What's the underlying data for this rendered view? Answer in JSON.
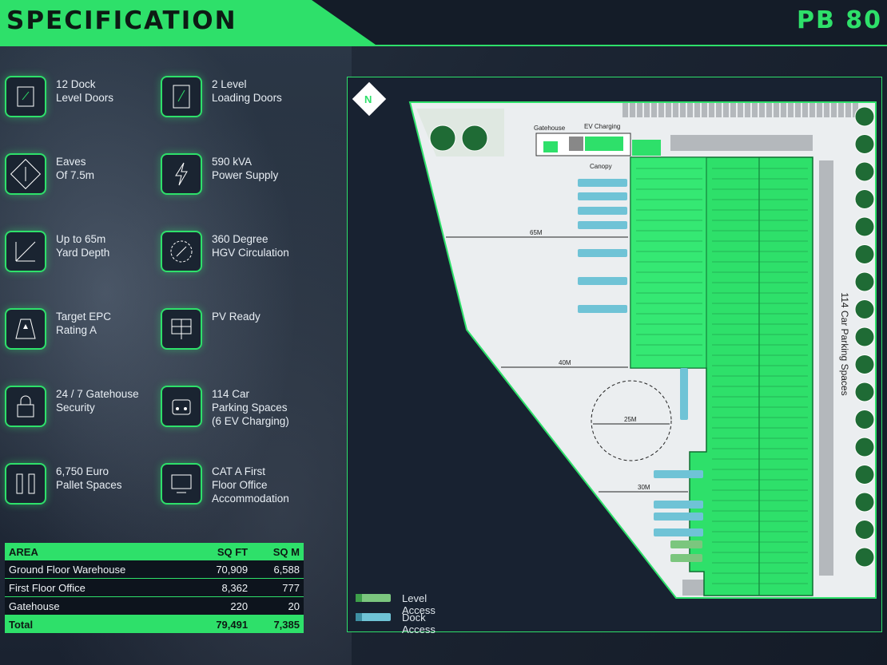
{
  "header": {
    "title": "SPECIFICATION",
    "brand": "PB 80"
  },
  "features": [
    {
      "icon": "dock-door-icon",
      "text": "12 Dock\nLevel Doors"
    },
    {
      "icon": "loading-door-icon",
      "text": "2 Level\nLoading Doors"
    },
    {
      "icon": "eaves-height-icon",
      "text": "Eaves\nOf 7.5m"
    },
    {
      "icon": "lightning-icon",
      "text": "590 kVA\nPower Supply"
    },
    {
      "icon": "yard-depth-icon",
      "text": "Up to 65m\nYard Depth"
    },
    {
      "icon": "circulation-icon",
      "text": "360 Degree\nHGV Circulation"
    },
    {
      "icon": "epc-rating-icon",
      "text": "Target EPC\nRating A"
    },
    {
      "icon": "solar-panel-icon",
      "text": "PV Ready"
    },
    {
      "icon": "padlock-icon",
      "text": "24 / 7 Gatehouse\nSecurity"
    },
    {
      "icon": "car-icon",
      "text": "114 Car\nParking Spaces\n(6 EV Charging)"
    },
    {
      "icon": "pallet-icon",
      "text": "6,750 Euro\nPallet Spaces"
    },
    {
      "icon": "monitor-icon",
      "text": "CAT A First\nFloor Office\nAccommodation"
    }
  ],
  "area_table": {
    "headers": [
      "AREA",
      "SQ FT",
      "SQ M"
    ],
    "rows": [
      [
        "Ground Floor Warehouse",
        "70,909",
        "6,588"
      ],
      [
        "First Floor Office",
        "8,362",
        "777"
      ],
      [
        "Gatehouse",
        "220",
        "20"
      ]
    ],
    "total": [
      "Total",
      "79,491",
      "7,385"
    ]
  },
  "site_plan": {
    "labels": {
      "gatehouse": "Gatehouse",
      "ev_charging": "EV Charging",
      "canopy": "Canopy",
      "yard_65": "65M",
      "yard_40": "40M",
      "turning_25": "25M",
      "yard_30": "30M",
      "parking": "114 Car Parking Spaces",
      "north": "N"
    },
    "legend": [
      "Level Access",
      "Dock Access"
    ]
  },
  "colors": {
    "accent": "#2ee06a",
    "navy": "#182231",
    "truck": "#6fc3d6"
  }
}
